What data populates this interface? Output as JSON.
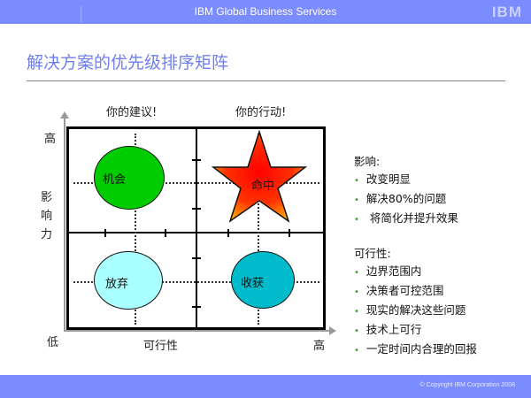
{
  "header": {
    "title": "IBM Global Business Services",
    "logo": "IBM",
    "background_color": "#7b8cff"
  },
  "page_title": "解决方案的优先级排序矩阵",
  "matrix": {
    "column_headers": [
      "你的建议!",
      "你的行动!"
    ],
    "y_axis": {
      "label_chars": [
        "影",
        "响",
        "力"
      ],
      "high": "高",
      "low": "低"
    },
    "x_axis": {
      "label": "可行性",
      "low": "低",
      "high": "高"
    },
    "quadrants": {
      "top_left": {
        "label": "机会",
        "shape": "ellipse",
        "color": "#00cc00"
      },
      "top_right": {
        "label": "命中",
        "shape": "star",
        "color_gradient": [
          "#ff0000",
          "#ffaa00"
        ]
      },
      "bottom_left": {
        "label": "放弃",
        "shape": "ellipse",
        "color": "#aaffff"
      },
      "bottom_right": {
        "label": "收获",
        "shape": "ellipse",
        "color": "#00bbcc"
      }
    }
  },
  "impact_panel": {
    "heading": "影响:",
    "items": [
      "改变明显",
      "解决80%的问题",
      " 将简化并提升效果"
    ]
  },
  "feasibility_panel": {
    "heading": "可行性:",
    "items": [
      "边界范围内",
      "决策者可控范围",
      "现实的解决这些问题",
      "技术上可行",
      "一定时间内合理的回报"
    ]
  },
  "bullet_glyph": "•",
  "footer": {
    "copyright": "© Copyright IBM Corporation 2008"
  }
}
